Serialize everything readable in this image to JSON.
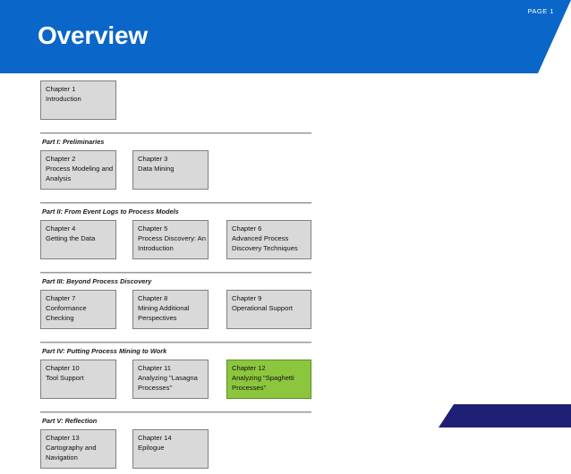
{
  "header": {
    "title": "Overview",
    "background_color": "#0a66c8"
  },
  "theme": {
    "header_blue": "#0a66c8",
    "footer_navy": "#201f76",
    "box_gray": "#d9d9d9",
    "box_border": "#808080",
    "highlight_green": "#8cc63f",
    "divider": "#9a9a9a"
  },
  "sections": [
    {
      "part_label": "",
      "has_divider_before": false,
      "boxes": [
        {
          "lines": [
            "Chapter 1",
            "Introduction"
          ],
          "highlighted": false,
          "column": 1
        }
      ]
    },
    {
      "part_label": "Part I: Preliminaries",
      "has_divider_before": true,
      "boxes": [
        {
          "lines": [
            "Chapter 2",
            "Process Modeling and",
            "Analysis"
          ],
          "highlighted": false,
          "column": 1
        },
        {
          "lines": [
            "Chapter 3",
            "Data Mining"
          ],
          "highlighted": false,
          "column": 2
        }
      ]
    },
    {
      "part_label": "Part II: From Event Logs to Process Models",
      "has_divider_before": true,
      "boxes": [
        {
          "lines": [
            "Chapter 4",
            "Getting the Data"
          ],
          "highlighted": false,
          "column": 1
        },
        {
          "lines": [
            "Chapter 5",
            "Process Discovery: An",
            "Introduction"
          ],
          "highlighted": false,
          "column": 2
        },
        {
          "lines": [
            "Chapter 6",
            "Advanced Process",
            "Discovery Techniques"
          ],
          "highlighted": false,
          "column": 3
        }
      ]
    },
    {
      "part_label": "Part III: Beyond Process Discovery",
      "has_divider_before": true,
      "boxes": [
        {
          "lines": [
            "Chapter 7",
            "Conformance",
            "Checking"
          ],
          "highlighted": false,
          "column": 1
        },
        {
          "lines": [
            "Chapter 8",
            "Mining Additional",
            "Perspectives"
          ],
          "highlighted": false,
          "column": 2
        },
        {
          "lines": [
            "Chapter 9",
            "Operational Support"
          ],
          "highlighted": false,
          "column": 3
        }
      ]
    },
    {
      "part_label": "Part IV: Putting Process Mining to Work",
      "has_divider_before": true,
      "boxes": [
        {
          "lines": [
            "Chapter 10",
            "Tool Support"
          ],
          "highlighted": false,
          "column": 1
        },
        {
          "lines": [
            "Chapter 11",
            "Analyzing \"Lasagna",
            "Processes\""
          ],
          "highlighted": false,
          "column": 2
        },
        {
          "lines": [
            "Chapter 12",
            "Analyzing \"Spaghetti",
            "Processes\""
          ],
          "highlighted": true,
          "column": 3
        }
      ]
    },
    {
      "part_label": "Part V: Reflection",
      "has_divider_before": true,
      "boxes": [
        {
          "lines": [
            "Chapter 13",
            "Cartography and",
            "Navigation"
          ],
          "highlighted": false,
          "column": 1
        },
        {
          "lines": [
            "Chapter 14",
            "Epilogue"
          ],
          "highlighted": false,
          "column": 2
        }
      ]
    }
  ],
  "footer": {
    "page_label": "PAGE 1"
  }
}
